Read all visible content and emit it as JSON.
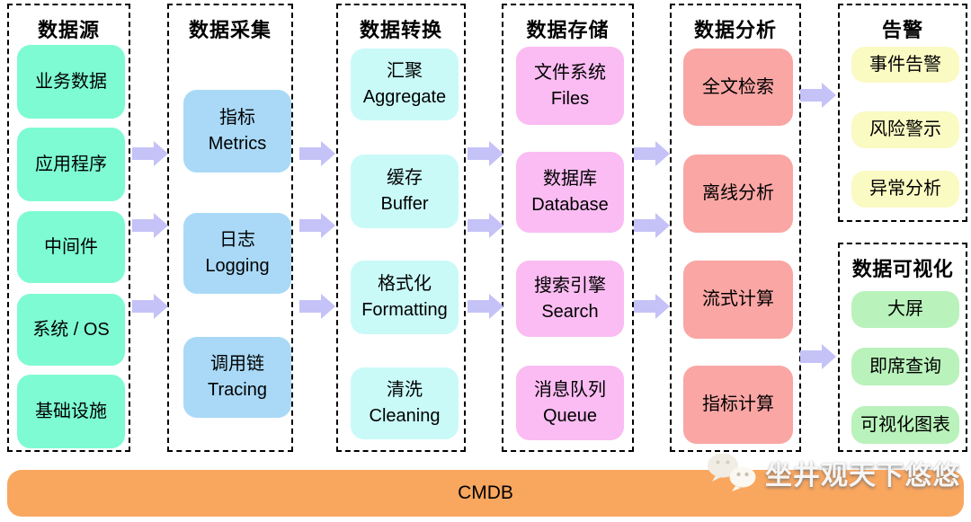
{
  "columns": [
    {
      "id": "data-source",
      "title": "数据源",
      "items": [
        {
          "zh": "业务数据"
        },
        {
          "zh": "应用程序"
        },
        {
          "zh": "中间件"
        },
        {
          "zh": "系统 / OS"
        },
        {
          "zh": "基础设施"
        }
      ]
    },
    {
      "id": "data-collection",
      "title": "数据采集",
      "items": [
        {
          "zh": "指标",
          "en": "Metrics"
        },
        {
          "zh": "日志",
          "en": "Logging"
        },
        {
          "zh": "调用链",
          "en": "Tracing"
        }
      ]
    },
    {
      "id": "data-transform",
      "title": "数据转换",
      "items": [
        {
          "zh": "汇聚",
          "en": "Aggregate"
        },
        {
          "zh": "缓存",
          "en": "Buffer"
        },
        {
          "zh": "格式化",
          "en": "Formatting"
        },
        {
          "zh": "清洗",
          "en": "Cleaning"
        }
      ]
    },
    {
      "id": "data-storage",
      "title": "数据存储",
      "items": [
        {
          "zh": "文件系统",
          "en": "Files"
        },
        {
          "zh": "数据库",
          "en": "Database"
        },
        {
          "zh": "搜索引擎",
          "en": "Search"
        },
        {
          "zh": "消息队列",
          "en": "Queue"
        }
      ]
    },
    {
      "id": "data-analysis",
      "title": "数据分析",
      "items": [
        {
          "zh": "全文检索"
        },
        {
          "zh": "离线分析"
        },
        {
          "zh": "流式计算"
        },
        {
          "zh": "指标计算"
        }
      ]
    },
    {
      "id": "alerting",
      "title": "告警",
      "items": [
        {
          "zh": "事件告警"
        },
        {
          "zh": "风险警示"
        },
        {
          "zh": "异常分析"
        }
      ]
    },
    {
      "id": "data-visualization",
      "title": "数据可视化",
      "items": [
        {
          "zh": "大屏"
        },
        {
          "zh": "即席查询"
        },
        {
          "zh": "可视化图表"
        }
      ]
    }
  ],
  "footer": {
    "label": "CMDB"
  },
  "watermark": {
    "text": "坐井观天下悠悠",
    "icon": "wechat-icon"
  },
  "colors": {
    "source_node": "#7efbd2",
    "collection_node": "#a9d9f7",
    "transform_node": "#c9faf8",
    "storage_node": "#fabcf2",
    "analysis_node": "#f9a6a4",
    "alert_node": "#fafac3",
    "visualization_node": "#b9f2bb",
    "footer_bar": "#f9a65f",
    "flow_arrow": "#c5c2f7",
    "dashed_border": "#000000"
  }
}
